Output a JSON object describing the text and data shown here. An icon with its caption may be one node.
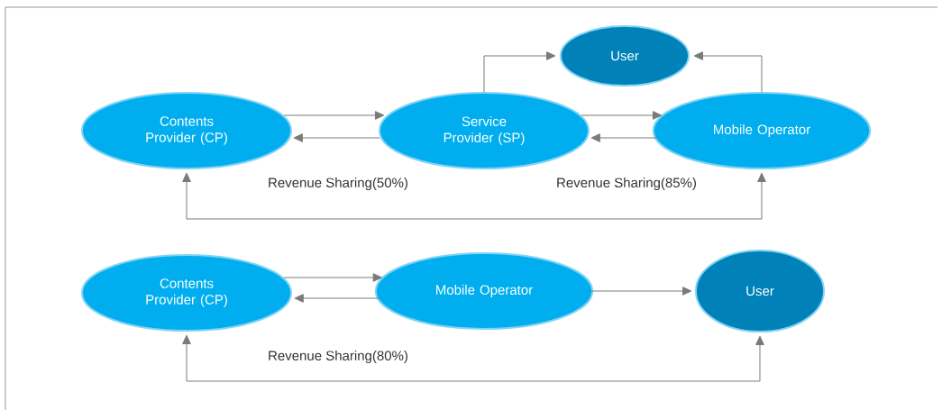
{
  "diagram": {
    "nodes": [
      {
        "text": [
          "Contents Provider (CP)"
        ]
      },
      {
        "text": [
          "Service Provider (SP)"
        ]
      },
      {
        "text": [
          "Mobile Operator"
        ]
      },
      {
        "text": [
          "User"
        ]
      },
      {
        "text": [
          "Contents Provider (CP)"
        ]
      },
      {
        "text": [
          "Mobile Operator"
        ]
      },
      {
        "text": [
          "User"
        ]
      }
    ],
    "edges": [
      {
        "from": 0,
        "to": 1,
        "arrow": "to"
      },
      {
        "from": 1,
        "to": 0,
        "arrow": "to"
      },
      {
        "from": 1,
        "to": 2,
        "arrow": "to"
      },
      {
        "from": 2,
        "to": 1,
        "arrow": "to"
      },
      {
        "from": 1,
        "to": 3,
        "arrow": "to"
      },
      {
        "from": 2,
        "to": 3,
        "arrow": "to"
      },
      {
        "from": 0,
        "to": 2,
        "arrow": "both"
      },
      {
        "from": 4,
        "to": 5,
        "arrow": "to"
      },
      {
        "from": 5,
        "to": 4,
        "arrow": "to"
      },
      {
        "from": 5,
        "to": 6,
        "arrow": "to"
      },
      {
        "from": 4,
        "to": 6,
        "arrow": "both"
      }
    ],
    "labels": [
      "Revenue Sharing(50%)",
      "Revenue Sharing(85%)",
      "Revenue Sharing(80%)"
    ]
  }
}
